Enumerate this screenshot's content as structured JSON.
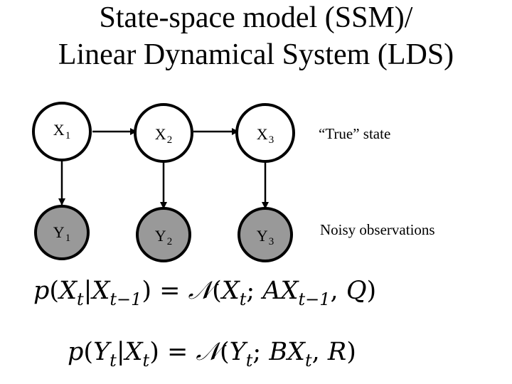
{
  "title": {
    "line1": "State-space model (SSM)/",
    "line2": "Linear Dynamical System (LDS)"
  },
  "nodes": {
    "hidden": [
      {
        "letter": "X",
        "index": "1"
      },
      {
        "letter": "X",
        "index": "2"
      },
      {
        "letter": "X",
        "index": "3"
      }
    ],
    "observed": [
      {
        "letter": "Y",
        "index": "1"
      },
      {
        "letter": "Y",
        "index": "2"
      },
      {
        "letter": "Y",
        "index": "3"
      }
    ]
  },
  "row_labels": {
    "hidden": "“True” state",
    "observed": "Noisy observations"
  },
  "colors": {
    "hidden_fill": "#ffffff",
    "observed_fill": "#999999",
    "stroke": "#000000"
  },
  "equations": {
    "transition": "p(X_t | X_{t-1}) = N(X_t; A X_{t-1}, Q)",
    "emission": "p(Y_t | X_t) = N(Y_t; B X_t, R)"
  }
}
